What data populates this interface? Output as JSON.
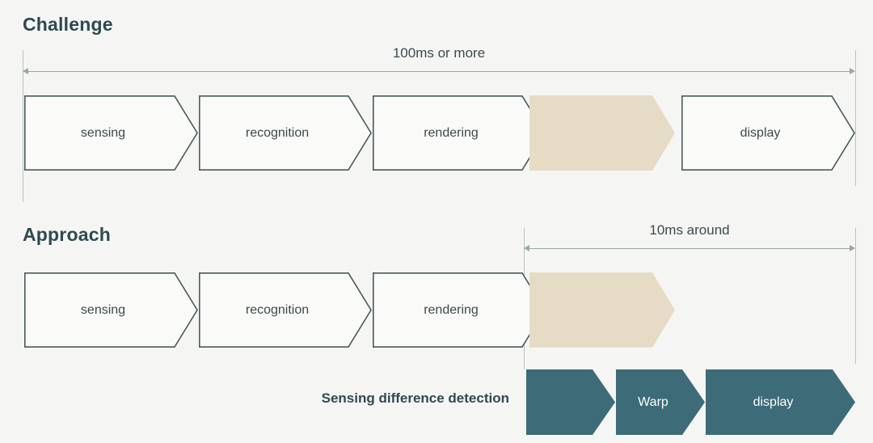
{
  "theme": {
    "background": "#f5f6f3",
    "heading_color": "#2d4a52",
    "outline_stroke": "#4a5a5a",
    "outline_fill": "#fafbf9",
    "beige_fill": "#e6dcc6",
    "teal_fill": "#3d6b78",
    "rail_color": "#b9c2c2",
    "dim_color": "#9aa6a6",
    "text_color": "#3c4a4a"
  },
  "sections": [
    {
      "title": "Challenge",
      "dimension": {
        "label": "100ms or more"
      },
      "stages": [
        {
          "label": "sensing",
          "style": "outline"
        },
        {
          "label": "recognition",
          "style": "outline"
        },
        {
          "label": "rendering",
          "style": "outline"
        },
        {
          "label": "",
          "style": "beige"
        },
        {
          "label": "display",
          "style": "outline"
        }
      ]
    },
    {
      "title": "Approach",
      "dimension": {
        "label": "10ms around"
      },
      "stages": [
        {
          "label": "sensing",
          "style": "outline"
        },
        {
          "label": "recognition",
          "style": "outline"
        },
        {
          "label": "rendering",
          "style": "outline"
        },
        {
          "label": "",
          "style": "beige"
        }
      ],
      "side_label": "Sensing difference detection",
      "result_stages": [
        {
          "label": "",
          "style": "teal"
        },
        {
          "label": "Warp",
          "style": "teal"
        },
        {
          "label": "display",
          "style": "teal"
        }
      ]
    }
  ]
}
